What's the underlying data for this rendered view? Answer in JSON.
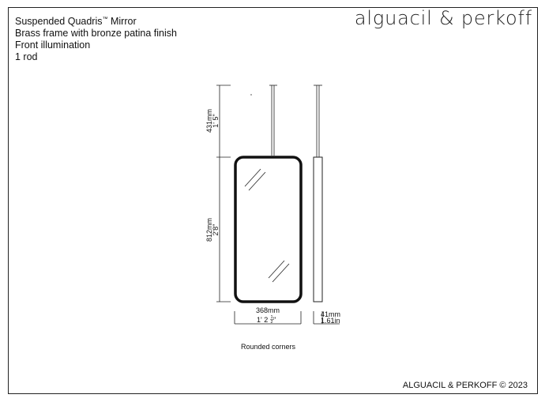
{
  "title": {
    "product": "Suspended Quadris",
    "trademark": "™",
    "product_suffix": " Mirror",
    "finish": "Brass frame with bronze patina finish",
    "illumination": "Front illumination",
    "rods": "1 rod"
  },
  "brand": "alguacil & perkoff",
  "copyright": "ALGUACIL & PERKOFF © 2023",
  "note": "Rounded corners",
  "dimensions": {
    "rod_height_mm": "431mm",
    "rod_height_ft": "1' 5\"",
    "mirror_height_mm": "812mm",
    "mirror_height_ft": "2'8\"",
    "width_mm": "368mm",
    "width_ft_main": "1' 2",
    "width_frac_num": "1",
    "width_frac_den": "2",
    "width_ft_end": " \"",
    "depth_mm": "41mm",
    "depth_in": "1.61in"
  }
}
